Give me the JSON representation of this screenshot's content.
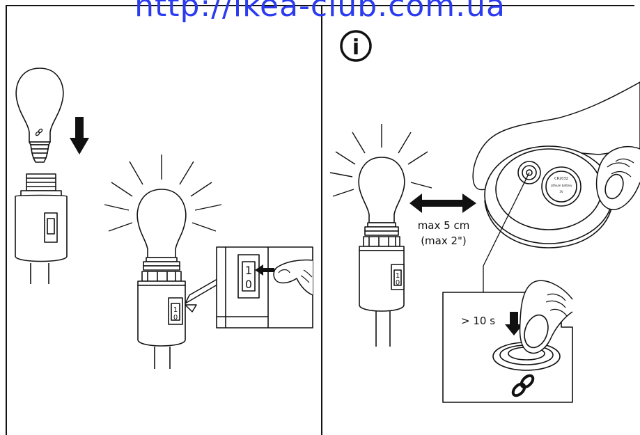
{
  "watermark": "http://ikea-club.com.ua",
  "left_panel": {
    "switch_marks": [
      "1",
      "0"
    ]
  },
  "right_panel": {
    "info_symbol": "i",
    "distance_metric": "max 5 cm",
    "distance_imperial": "(max 2\")",
    "press_duration": "> 10 s",
    "battery_model": "CR2032",
    "battery_text": "Lithium battery",
    "battery_voltage": "3V"
  },
  "icons": {
    "pair": "link-chain-icon",
    "info": "info-circle-icon"
  },
  "colors": {
    "line": "#111111",
    "watermark": "#2a3bf0",
    "background": "#ffffff"
  }
}
